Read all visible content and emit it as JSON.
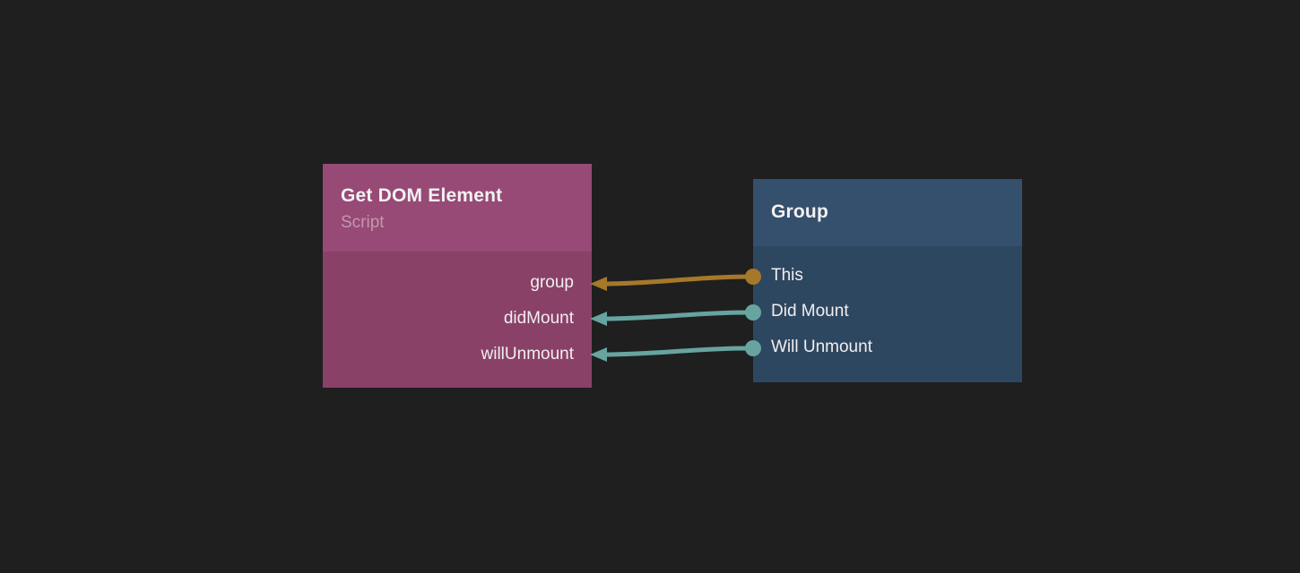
{
  "app": {
    "background_color": "#1f1f20"
  },
  "nodes": [
    {
      "title": "Get DOM Element",
      "subtitle": "Script",
      "colors": {
        "header": "#974a75",
        "body": "#8a4168"
      },
      "ports": [
        {
          "label": "group",
          "direction": "input",
          "color": "#a6782a"
        },
        {
          "label": "didMount",
          "direction": "input",
          "color": "#67a4a0"
        },
        {
          "label": "willUnmount",
          "direction": "input",
          "color": "#67a4a0"
        }
      ]
    },
    {
      "title": "Group",
      "colors": {
        "header": "#35506d",
        "body": "#2e4760"
      },
      "ports": [
        {
          "label": "This",
          "direction": "output",
          "color": "#a6782a"
        },
        {
          "label": "Did Mount",
          "direction": "output",
          "color": "#67a4a0"
        },
        {
          "label": "Will Unmount",
          "direction": "output",
          "color": "#67a4a0"
        }
      ]
    }
  ],
  "wires": [
    {
      "from": "Group.This",
      "to": "Get DOM Element.group",
      "color": "#a6782a"
    },
    {
      "from": "Group.Did Mount",
      "to": "Get DOM Element.didMount",
      "color": "#67a4a0"
    },
    {
      "from": "Group.Will Unmount",
      "to": "Get DOM Element.willUnmount",
      "color": "#67a4a0"
    }
  ]
}
